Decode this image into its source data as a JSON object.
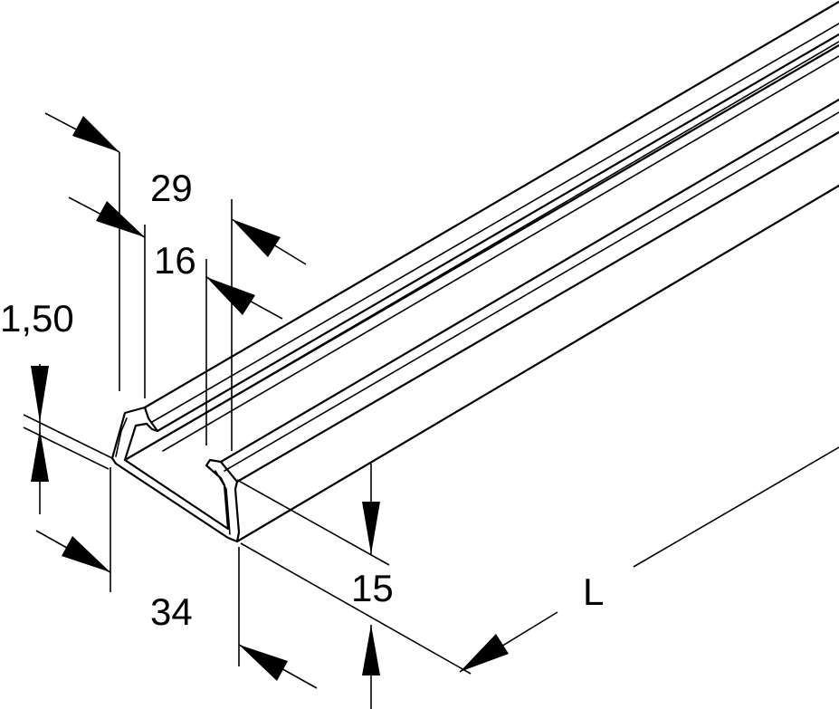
{
  "dimensions": {
    "width_top": "29",
    "width_inner": "16",
    "thickness": "1,50",
    "width_bottom": "34",
    "height": "15",
    "length": "L"
  },
  "colors": {
    "line": "#000000",
    "background": "#ffffff"
  }
}
